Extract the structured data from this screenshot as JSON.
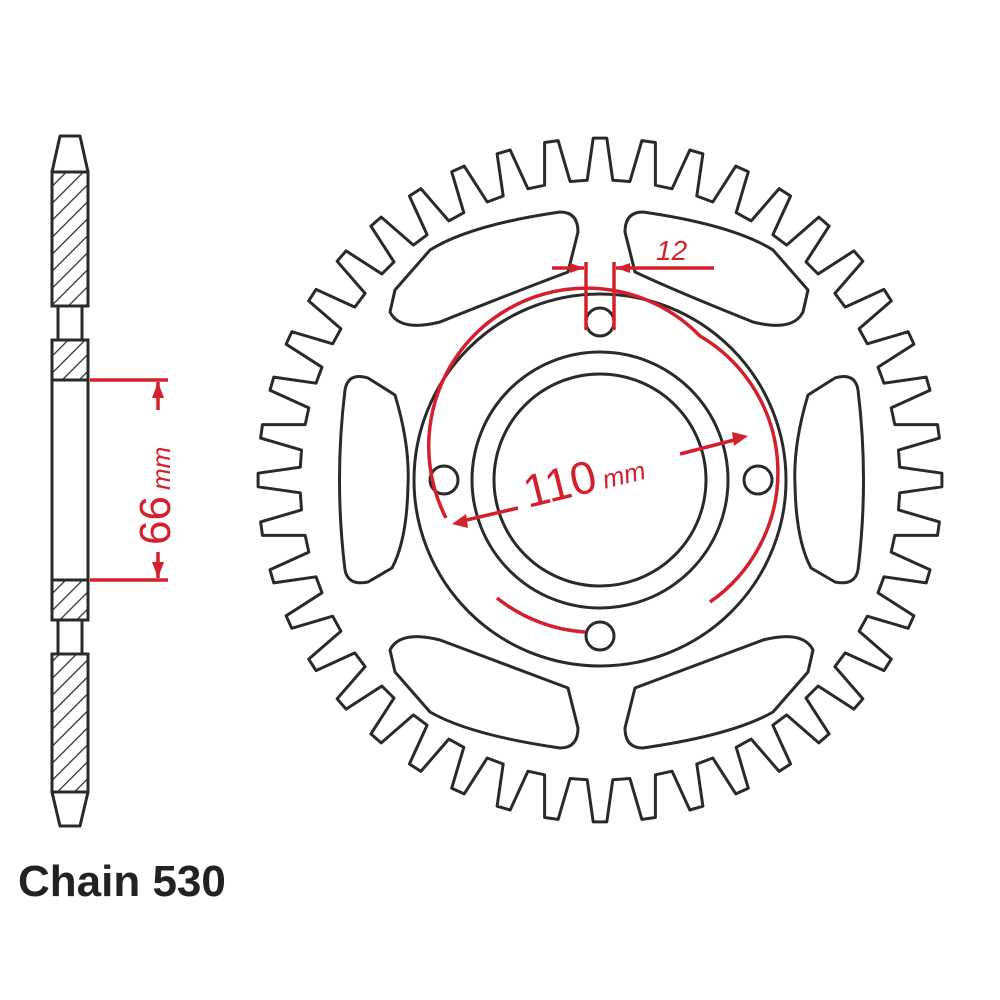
{
  "diagram": {
    "caption": "Chain 530",
    "dimensions": {
      "offset": {
        "value": "66",
        "unit": "mm"
      },
      "pcd": {
        "value": "110",
        "unit": "mm"
      },
      "bolt_hole": {
        "value": "12"
      }
    },
    "sprocket": {
      "teeth": 44,
      "bolt_holes": 4,
      "lightening_cutouts": 6
    },
    "colors": {
      "outline": "#2a2a2a",
      "dimension": "#d4202c",
      "caption": "#222222"
    }
  }
}
